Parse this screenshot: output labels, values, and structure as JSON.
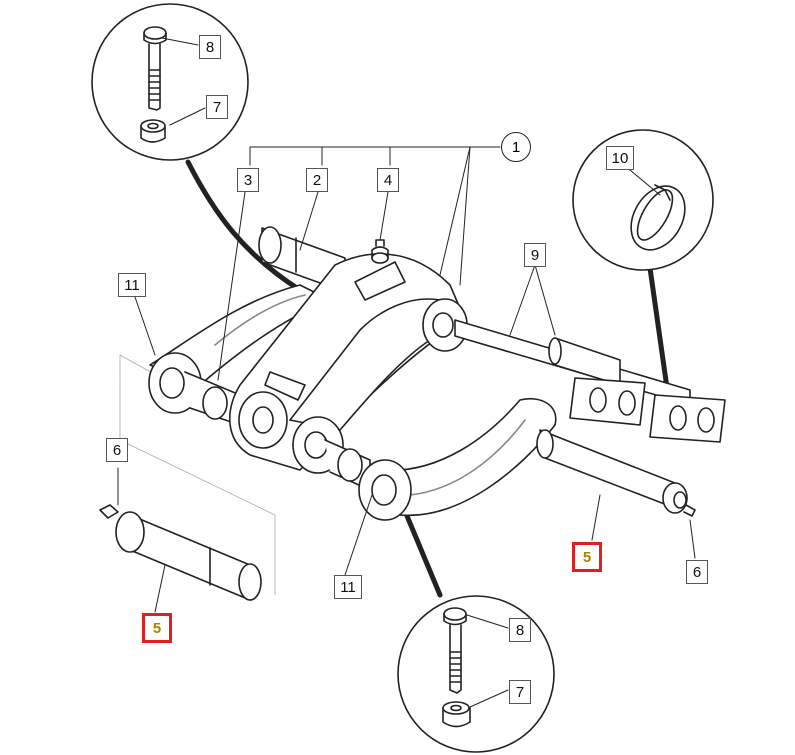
{
  "callouts": {
    "c1": "1",
    "c2": "2",
    "c3": "3",
    "c4": "4",
    "c5_left": "5",
    "c5_right": "5",
    "c6_left": "6",
    "c6_right": "6",
    "c7_top": "7",
    "c7_bottom": "7",
    "c8_top": "8",
    "c8_bottom": "8",
    "c9": "9",
    "c10": "10",
    "c11_left": "11",
    "c11_bottom": "11"
  },
  "colors": {
    "line": "#222222",
    "fill": "#ffffff",
    "shade": "#d9d9d9",
    "highlight": "#e02020",
    "highlight_text": "#b08000"
  }
}
